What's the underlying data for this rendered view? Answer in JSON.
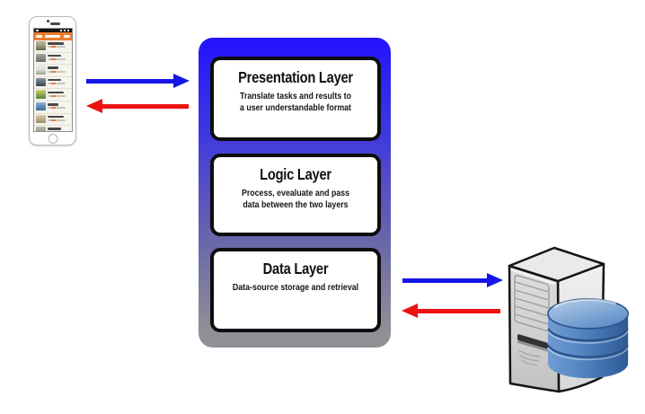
{
  "panel": {
    "layers": [
      {
        "title": "Presentation Layer",
        "desc_lines": [
          "Translate tasks and results to",
          "a user understandable format"
        ]
      },
      {
        "title": "Logic Layer",
        "desc_lines": [
          "Process, evealuate and pass",
          "data between the two layers"
        ]
      },
      {
        "title": "Data Layer",
        "desc_lines": [
          "Data-source storage and retrieval"
        ]
      }
    ]
  },
  "icons": {
    "left_device": "smartphone-with-list-app",
    "right_device": "server-tower-with-database-cylinder",
    "arrows": [
      "blue-right-arrow",
      "red-left-arrow",
      "blue-right-arrow",
      "red-left-arrow"
    ]
  },
  "theme": {
    "panel_grad_top": "#2213fd",
    "panel_grad_upper": "#3e37e0",
    "panel_grad_lower": "#6a67aa",
    "panel_grad_bottom": "#8f8f96",
    "box_bg": "#ffffff",
    "box_border": "#0d0d0d",
    "arrow_blue": "#1616e8",
    "arrow_red": "#ec1212",
    "phone_accent_orange": "#ed7d31"
  }
}
